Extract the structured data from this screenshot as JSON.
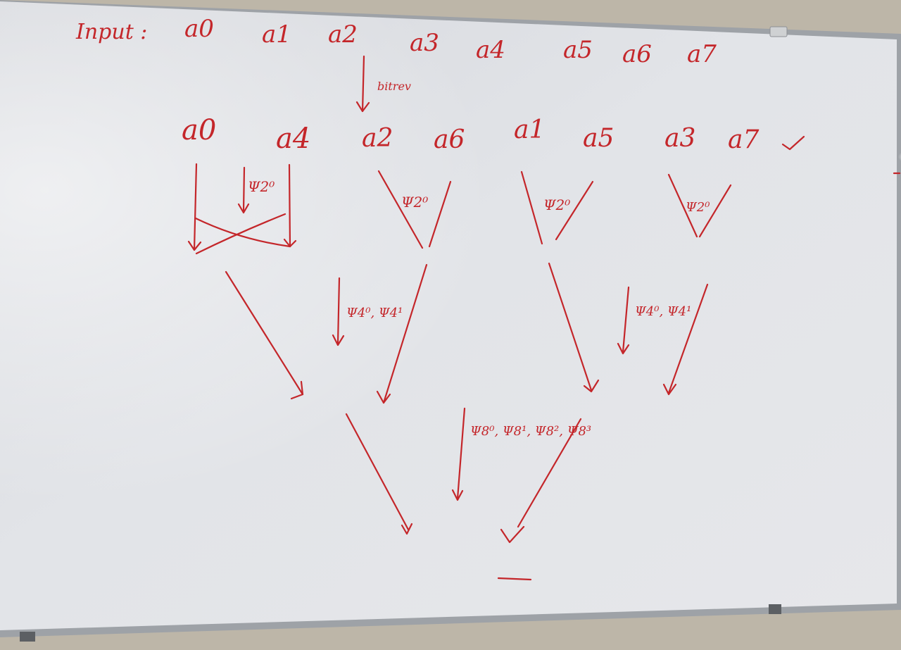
{
  "board": {
    "ink_color": "#c4262a",
    "surface_color": "#dfe1e6",
    "frame_color": "#9ea2a7"
  },
  "input_label": "Input :",
  "input_row": [
    "a0",
    "a1",
    "a2",
    "a3",
    "a4",
    "a5",
    "a6",
    "a7"
  ],
  "bitrev_label": "bitrev",
  "reordered_row": [
    "a0",
    "a4",
    "a2",
    "a6",
    "a1",
    "a5",
    "a3",
    "a7"
  ],
  "stage1_labels": [
    "Ψ2⁰",
    "Ψ2⁰",
    "Ψ2⁰",
    "Ψ2⁰"
  ],
  "stage2_labels": [
    "Ψ4⁰, Ψ4¹",
    "Ψ4⁰, Ψ4¹"
  ],
  "stage3_label": "Ψ8⁰, Ψ8¹, Ψ8², Ψ8³"
}
